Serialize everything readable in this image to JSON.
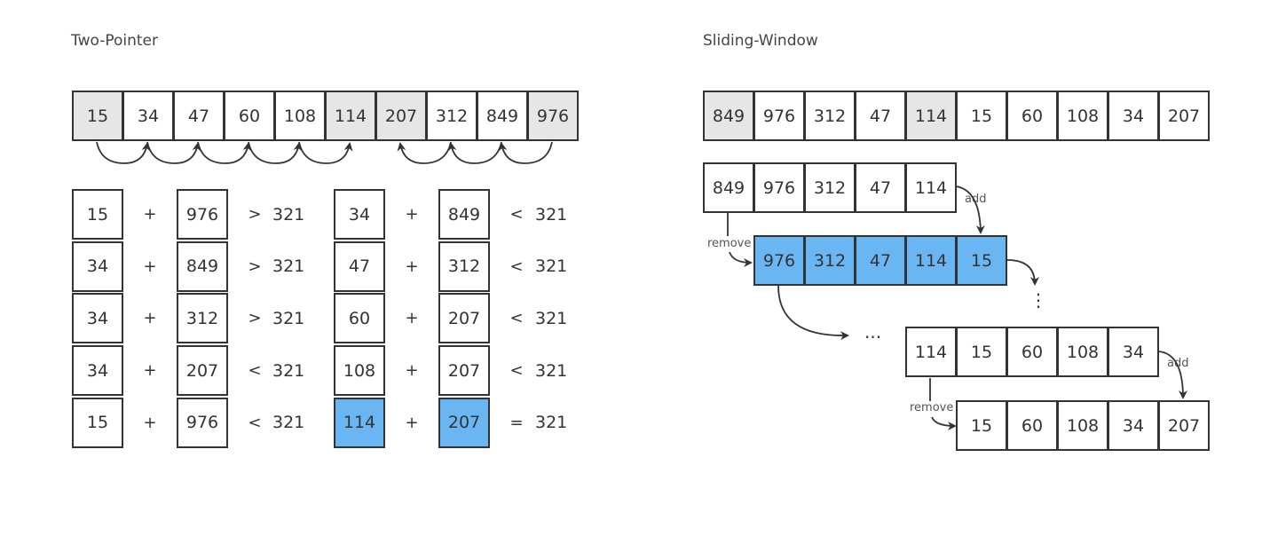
{
  "two_pointer": {
    "title": "Two-Pointer",
    "array": [
      "15",
      "34",
      "47",
      "60",
      "108",
      "114",
      "207",
      "312",
      "849",
      "976"
    ],
    "highlighted_indices": [
      0,
      5,
      6,
      9
    ],
    "rows_left": [
      {
        "a": "15",
        "op": "+",
        "b": "976",
        "cmp": ">",
        "target": "321"
      },
      {
        "a": "34",
        "op": "+",
        "b": "849",
        "cmp": ">",
        "target": "321"
      },
      {
        "a": "34",
        "op": "+",
        "b": "312",
        "cmp": ">",
        "target": "321"
      },
      {
        "a": "34",
        "op": "+",
        "b": "207",
        "cmp": "<",
        "target": "321"
      },
      {
        "a": "15",
        "op": "+",
        "b": "976",
        "cmp": "<",
        "target": "321"
      }
    ],
    "rows_right": [
      {
        "a": "34",
        "op": "+",
        "b": "849",
        "cmp": "<",
        "target": "321"
      },
      {
        "a": "47",
        "op": "+",
        "b": "312",
        "cmp": "<",
        "target": "321"
      },
      {
        "a": "60",
        "op": "+",
        "b": "207",
        "cmp": "<",
        "target": "321"
      },
      {
        "a": "108",
        "op": "+",
        "b": "207",
        "cmp": "<",
        "target": "321"
      },
      {
        "a": "114",
        "op": "+",
        "b": "207",
        "cmp": "=",
        "target": "321"
      }
    ]
  },
  "sliding_window": {
    "title": "Sliding-Window",
    "array": [
      "849",
      "976",
      "312",
      "47",
      "114",
      "15",
      "60",
      "108",
      "34",
      "207"
    ],
    "highlighted_indices": [
      0,
      4
    ],
    "window1": [
      "849",
      "976",
      "312",
      "47",
      "114"
    ],
    "window2": [
      "976",
      "312",
      "47",
      "114",
      "15"
    ],
    "window3": [
      "114",
      "15",
      "60",
      "108",
      "34"
    ],
    "window4": [
      "15",
      "60",
      "108",
      "34",
      "207"
    ],
    "labels": {
      "add": "add",
      "remove": "remove",
      "ellipsis": "...",
      "vdots": "⋮"
    }
  },
  "colors": {
    "highlight_grey": "#e6e6e6",
    "highlight_blue": "#6ab6f3",
    "stroke": "#333333"
  }
}
